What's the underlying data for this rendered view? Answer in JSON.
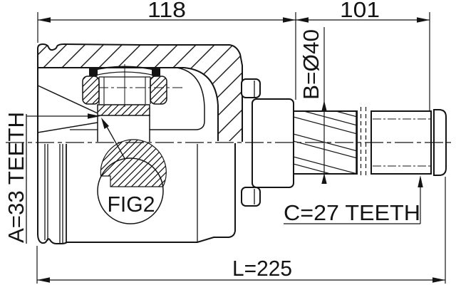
{
  "drawing": {
    "type": "technical-drawing",
    "subject": "CV joint cross-section",
    "labels": {
      "dim_top_left": "118",
      "dim_top_right": "101",
      "dim_diameter_b": "B=Ø40",
      "dim_teeth_a": "A=33 TEETH",
      "dim_teeth_c": "C=27 TEETH",
      "dim_length": "L=225",
      "detail_callout": "FIG2"
    },
    "colors": {
      "ink": "#141414",
      "background": "#ffffff"
    }
  }
}
